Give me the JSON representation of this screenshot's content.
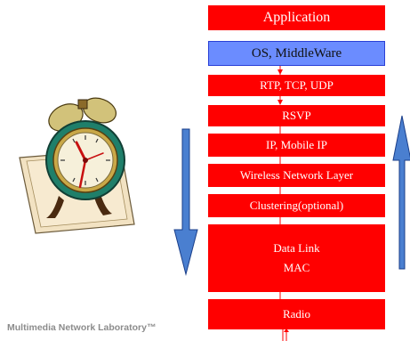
{
  "layers": [
    {
      "label": "Application"
    },
    {
      "label": "OS, MiddleWare"
    },
    {
      "label": "RTP, TCP, UDP"
    },
    {
      "label": "RSVP"
    },
    {
      "label": "IP, Mobile IP"
    },
    {
      "label": "Wireless Network Layer"
    },
    {
      "label": "Clustering(optional)"
    },
    {
      "label": "Data Link"
    },
    {
      "label": "MAC"
    },
    {
      "label": "Radio"
    }
  ],
  "footer": "Multimedia Network Laboratory™",
  "icons": {
    "clock": "alarm-clock-icon",
    "left_arrow": "down-arrow-icon",
    "right_arrow": "up-arrow-icon"
  },
  "colors": {
    "layer": "#ff0000",
    "os_layer": "#6b8cff",
    "arrow_fill": "#4a7fd0",
    "footer_text": "#8c8c8c"
  }
}
